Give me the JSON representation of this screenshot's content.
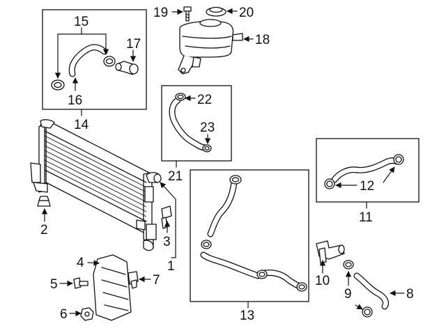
{
  "callouts": {
    "c1": "1",
    "c2": "2",
    "c3": "3",
    "c4": "4",
    "c5": "5",
    "c6": "6",
    "c7": "7",
    "c8": "8",
    "c9": "9",
    "c10": "10",
    "c11": "11",
    "c12": "12",
    "c13": "13",
    "c14": "14",
    "c15": "15",
    "c16": "16",
    "c17": "17",
    "c18": "18",
    "c19": "19",
    "c20": "20",
    "c21": "21",
    "c22": "22",
    "c23": "23"
  },
  "colors": {
    "line": "#111111",
    "background": "#ffffff"
  }
}
